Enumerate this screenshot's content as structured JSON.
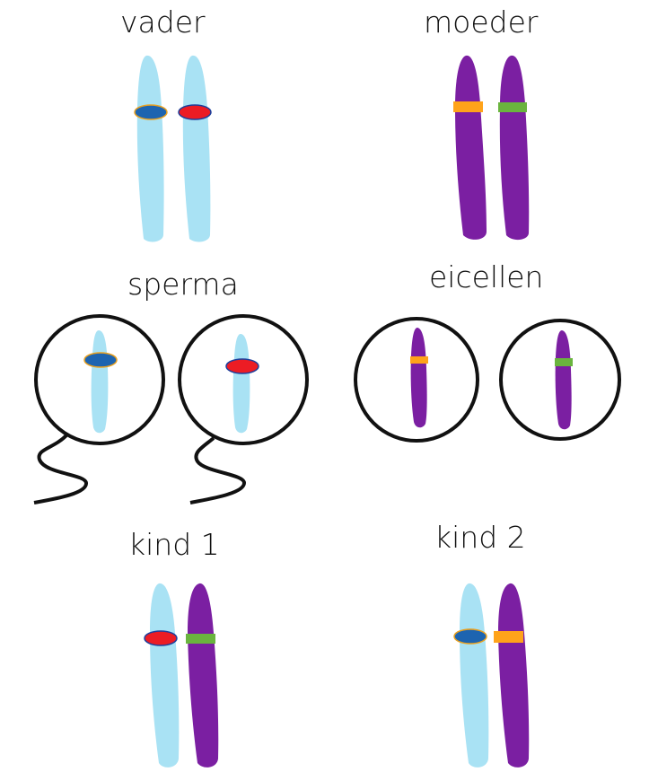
{
  "labels": {
    "father": "vader",
    "mother": "moeder",
    "sperm": "sperma",
    "eggs": "eicellen",
    "child1": "kind 1",
    "child2": "kind 2"
  },
  "colors": {
    "father_chromosome": "#a9e2f4",
    "mother_chromosome": "#7b1fa2",
    "allele_blue": "#1d64b0",
    "allele_red": "#ec1c24",
    "allele_orange": "#ffa31a",
    "allele_green": "#6ab43e",
    "cell_outline": "#111111"
  }
}
